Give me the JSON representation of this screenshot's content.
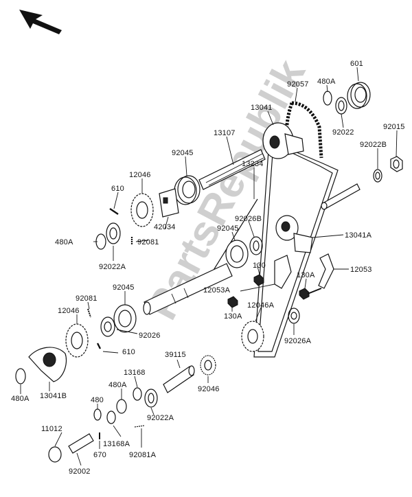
{
  "watermark": "PartsRepublik",
  "labels": [
    {
      "id": "601",
      "text": "601"
    },
    {
      "id": "480A_t",
      "text": "480A"
    },
    {
      "id": "92057",
      "text": "92057"
    },
    {
      "id": "13041",
      "text": "13041"
    },
    {
      "id": "92022",
      "text": "92022"
    },
    {
      "id": "92015",
      "text": "92015"
    },
    {
      "id": "13107",
      "text": "13107"
    },
    {
      "id": "92022B",
      "text": "92022B"
    },
    {
      "id": "92045_t",
      "text": "92045"
    },
    {
      "id": "12046_t",
      "text": "12046"
    },
    {
      "id": "13234",
      "text": "13234"
    },
    {
      "id": "610_t",
      "text": "610"
    },
    {
      "id": "92026B",
      "text": "92026B"
    },
    {
      "id": "92045_m",
      "text": "92045"
    },
    {
      "id": "42034",
      "text": "42034"
    },
    {
      "id": "13041A",
      "text": "13041A"
    },
    {
      "id": "480A_l",
      "text": "480A"
    },
    {
      "id": "92081_t",
      "text": "92081"
    },
    {
      "id": "92022A_l",
      "text": "92022A"
    },
    {
      "id": "130",
      "text": "130"
    },
    {
      "id": "12053",
      "text": "12053"
    },
    {
      "id": "130A_r",
      "text": "130A"
    },
    {
      "id": "92045_b",
      "text": "92045"
    },
    {
      "id": "12053A",
      "text": "12053A"
    },
    {
      "id": "92081_m",
      "text": "92081"
    },
    {
      "id": "12046A",
      "text": "12046A"
    },
    {
      "id": "12046_b",
      "text": "12046"
    },
    {
      "id": "130A_m",
      "text": "130A"
    },
    {
      "id": "92026",
      "text": "92026"
    },
    {
      "id": "92026A",
      "text": "92026A"
    },
    {
      "id": "610_b",
      "text": "610"
    },
    {
      "id": "39115",
      "text": "39115"
    },
    {
      "id": "480A_b",
      "text": "480A"
    },
    {
      "id": "13041B",
      "text": "13041B"
    },
    {
      "id": "13168",
      "text": "13168"
    },
    {
      "id": "92046",
      "text": "92046"
    },
    {
      "id": "480A_c",
      "text": "480A"
    },
    {
      "id": "480",
      "text": "480"
    },
    {
      "id": "92022A_b",
      "text": "92022A"
    },
    {
      "id": "11012",
      "text": "11012"
    },
    {
      "id": "13168A",
      "text": "13168A"
    },
    {
      "id": "670",
      "text": "670"
    },
    {
      "id": "92081A",
      "text": "92081A"
    },
    {
      "id": "92002",
      "text": "92002"
    }
  ]
}
